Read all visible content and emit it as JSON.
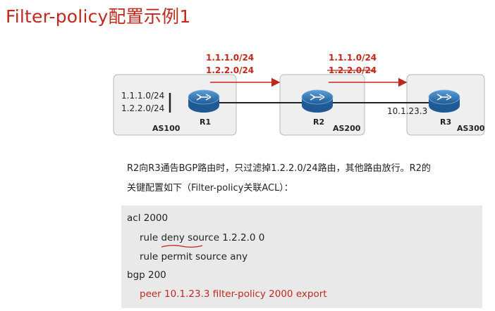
{
  "title": "Filter-policy配置示例1",
  "diagram": {
    "as_labels": [
      "AS100",
      "AS200",
      "AS300"
    ],
    "routers": [
      "R1",
      "R2",
      "R3"
    ],
    "r1_routes": [
      "1.1.1.0/24",
      "1.2.2.0/24"
    ],
    "adv_r1_r2": [
      "1.1.1.0/24",
      "1.2.2.0/24"
    ],
    "adv_r2_r3": [
      "1.1.1.0/24",
      "1.2.2.0/24"
    ],
    "r3_ip": "10.1.23.3",
    "colors": {
      "advert": "#c0281e",
      "as_box_fill": "#efefef",
      "as_box_stroke": "#b8b8b8",
      "router": "#2f6fae"
    }
  },
  "description": {
    "line1": "R2向R3通告BGP路由时，只过滤掉1.2.2.0/24路由，其他路由放行。R2的",
    "line2": "关键配置如下（Filter-policy关联ACL）："
  },
  "config": {
    "lines": [
      "acl 2000",
      "rule deny source 1.2.2.0 0",
      "rule permit source any",
      "bgp 200",
      "peer 10.1.23.3 filter-policy 2000 export"
    ]
  }
}
